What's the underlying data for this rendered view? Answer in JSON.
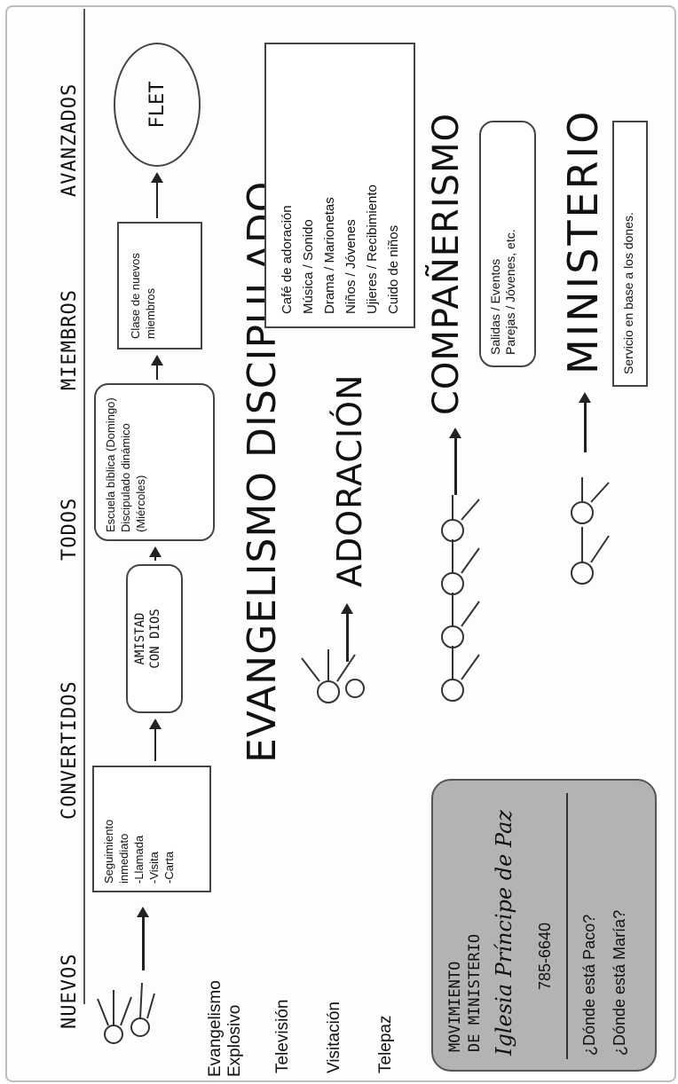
{
  "stages": [
    "NUEVOS",
    "CONVERTIDOS",
    "TODOS",
    "MIEMBROS",
    "AVANZADOS"
  ],
  "flow": {
    "box1": "Seguimiento inmediato\n-Llamada\n-Visita\n-Carta",
    "box2": "AMISTAD\nCON DIOS",
    "box3": "Escuela bíblica (Domingo)\nDiscipulado dinámico (Miércoles)",
    "box4": "Clase de nuevos miembros",
    "box5": "FLET"
  },
  "activities_box": "Café de adoración\nMúsica / Sonido\nDrama / Marionetas\nNiños / Jóvenes\nUjieres / Recibimiento\nCuido de niños",
  "sections": {
    "evangelismo": "EVANGELISMO DISCIPULADO",
    "adoracion": "ADORACIÓN",
    "companerismo": "COMPAÑERISMO",
    "ministerio": "MINISTERIO"
  },
  "companerismo_box": "Salidas / Eventos\nParejas / Jóvenes, etc.",
  "ministerio_box": "Servicio en base a los dones.",
  "side_labels": {
    "evangelismo_explosivo": "Evangelismo\nExplosivo",
    "television": "Televisión",
    "visitacion": "Visitación",
    "telepaz": "Telepaz"
  },
  "info_box": {
    "heading": "MOVIMIENTO\nDE MINISTERIO",
    "church": "Iglesia Príncipe de Paz",
    "phone": "785-6640",
    "question1": "¿Dónde está Paco?",
    "question2": "¿Dónde está María?"
  },
  "colors": {
    "info_box_fill": "#b3b3b3",
    "ink": "#111111",
    "border": "#444444"
  }
}
